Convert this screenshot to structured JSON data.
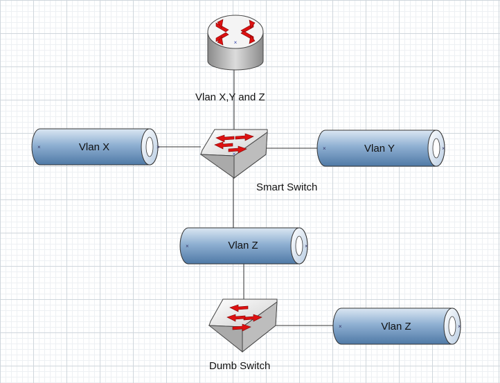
{
  "diagram": {
    "router": {
      "label": "Vlan X,Y and Z",
      "icon": "router-icon"
    },
    "smart_switch": {
      "label": "Smart Switch",
      "icon": "switch-icon"
    },
    "dumb_switch": {
      "label": "Dumb Switch",
      "icon": "switch-icon"
    },
    "segments": {
      "vlan_x": "Vlan X",
      "vlan_y": "Vlan Y",
      "vlan_z_top": "Vlan Z",
      "vlan_z_bottom": "Vlan Z"
    },
    "colors": {
      "cylinder_fill": "#6f94bd",
      "cylinder_light": "#dbe7f3",
      "arrow_red": "#dd1111",
      "device_gray": "#c9c9c9",
      "line": "#333333"
    }
  }
}
